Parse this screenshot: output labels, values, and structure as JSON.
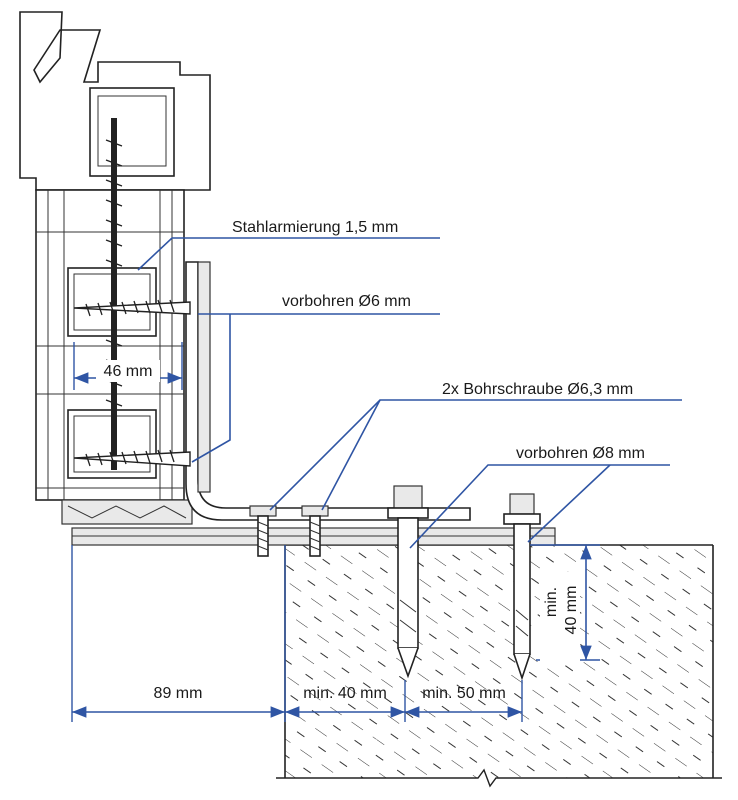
{
  "colors": {
    "dimension_blue": "#2f55a4",
    "outline": "#222222",
    "hatch": "#333333",
    "background": "#ffffff"
  },
  "labels": {
    "steel_reinforcement": "Stahlarmierung 1,5 mm",
    "predrill_6": "vorbohren Ø6 mm",
    "drill_screw": "2x Bohrschraube Ø6,3 mm",
    "predrill_8": "vorbohren Ø8 mm"
  },
  "dimensions": {
    "profile_width": "46 mm",
    "edge_distance": "89 mm",
    "min_40": "min. 40 mm",
    "min_50": "min. 50 mm",
    "min_label": "min.",
    "depth_40": "40 mm"
  },
  "icons": {
    "break_mark": "zigzag-break-icon"
  }
}
